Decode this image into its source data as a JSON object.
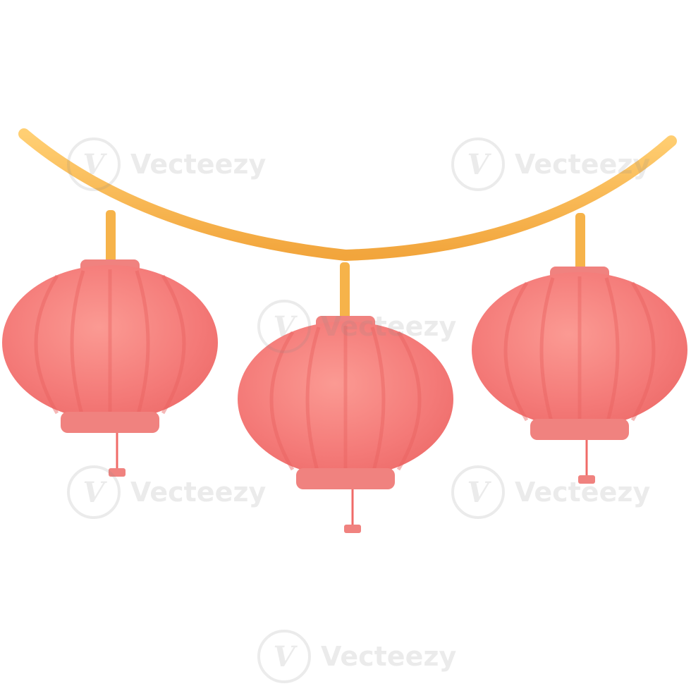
{
  "scene": {
    "description_colors": {
      "background": "#ffffff",
      "rope": "#f6b34a",
      "rope_highlight": "#ffd27a",
      "lantern_body": "#f47a78",
      "lantern_body_light": "#fb9a93",
      "lantern_rib": "#e8625f",
      "lantern_cap": "#f0827f",
      "tassel": "#f5c35a",
      "tassel_shadow": "#e2a53b"
    },
    "lanterns": [
      {
        "name": "left-lantern"
      },
      {
        "name": "center-lantern"
      },
      {
        "name": "right-lantern"
      }
    ]
  },
  "watermark": {
    "brand": "Vecteezy",
    "logo_glyph": "V"
  }
}
